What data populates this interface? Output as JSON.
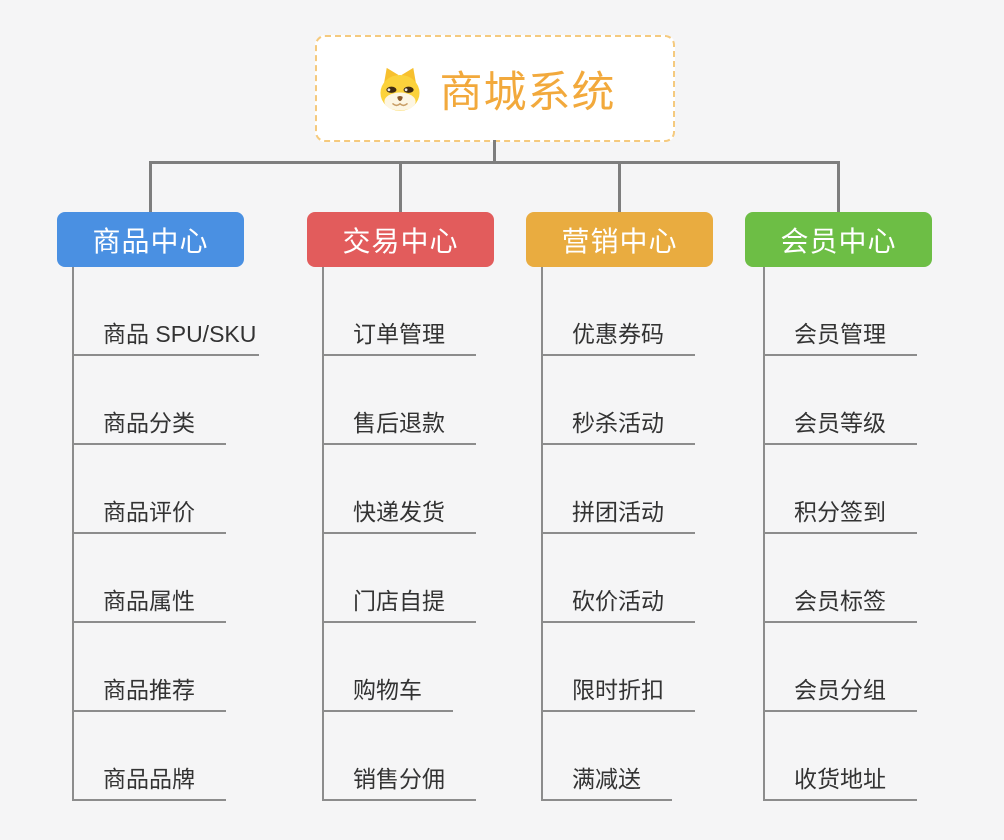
{
  "page": {
    "background_color": "#f5f5f6"
  },
  "root": {
    "label": "商城系统",
    "icon": "dog-face-icon",
    "text_color": "#f2a93c",
    "border_color": "#f5ca7e"
  },
  "connector_color": "#7e7e7e",
  "leaf_line_color": "#8c8c8c",
  "branches": [
    {
      "label": "商品中心",
      "color": "#4a90e2",
      "items": [
        "商品 SPU/SKU",
        "商品分类",
        "商品评价",
        "商品属性",
        "商品推荐",
        "商品品牌"
      ]
    },
    {
      "label": "交易中心",
      "color": "#e25c5c",
      "items": [
        "订单管理",
        "售后退款",
        "快递发货",
        "门店自提",
        "购物车",
        "销售分佣"
      ]
    },
    {
      "label": "营销中心",
      "color": "#e9ac40",
      "items": [
        "优惠券码",
        "秒杀活动",
        "拼团活动",
        "砍价活动",
        "限时折扣",
        "满减送"
      ]
    },
    {
      "label": "会员中心",
      "color": "#6dbe45",
      "items": [
        "会员管理",
        "会员等级",
        "积分签到",
        "会员标签",
        "会员分组",
        "收货地址"
      ]
    }
  ]
}
